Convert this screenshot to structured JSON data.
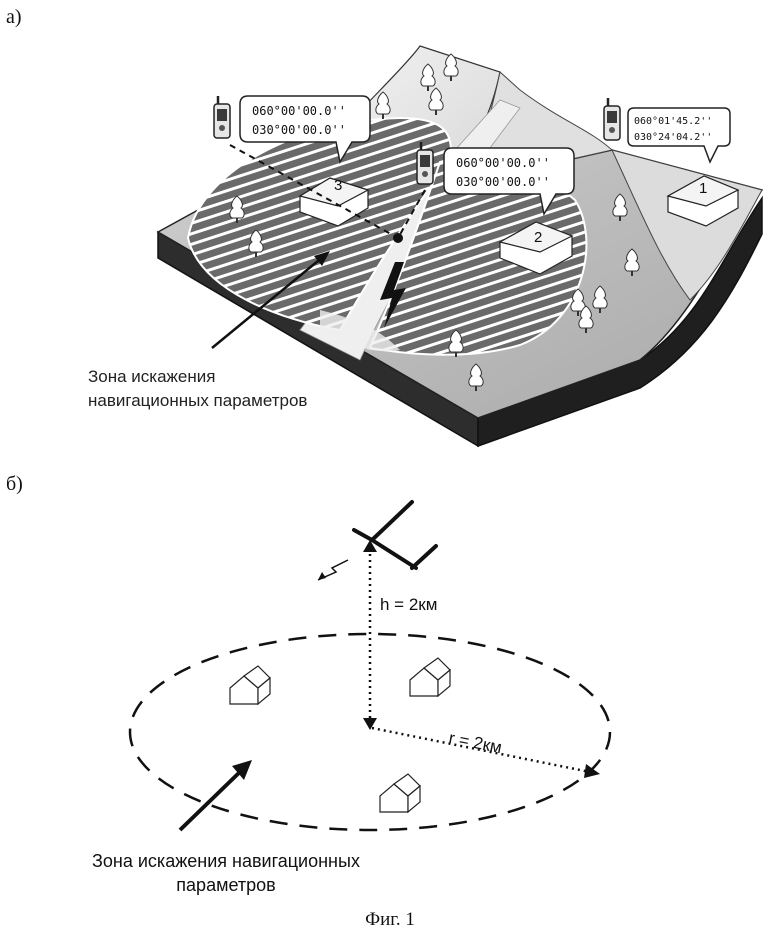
{
  "panel_a": {
    "label": "а)",
    "zone_label_line1": "Зона искажения",
    "zone_label_line2": "навигационных параметров",
    "house_1_number": "1",
    "house_2_number": "2",
    "house_3_number": "3",
    "bubble_left_line1": "060°00'00.0''",
    "bubble_left_line2": "030°00'00.0''",
    "bubble_center_line1": "060°00'00.0''",
    "bubble_center_line2": "030°00'00.0''",
    "bubble_right_line1": "060°01'45.2''",
    "bubble_right_line2": "030°24'04.2''"
  },
  "panel_b": {
    "label": "б)",
    "height_label": "h = 2км",
    "radius_label": "r = 2км",
    "zone_label_line1": "Зона искажения навигационных",
    "zone_label_line2": "параметров"
  },
  "caption": "Фиг. 1",
  "icons": [
    "gps-device-icon",
    "house-icon",
    "tree-icon",
    "lightning-icon",
    "aircraft-icon"
  ]
}
